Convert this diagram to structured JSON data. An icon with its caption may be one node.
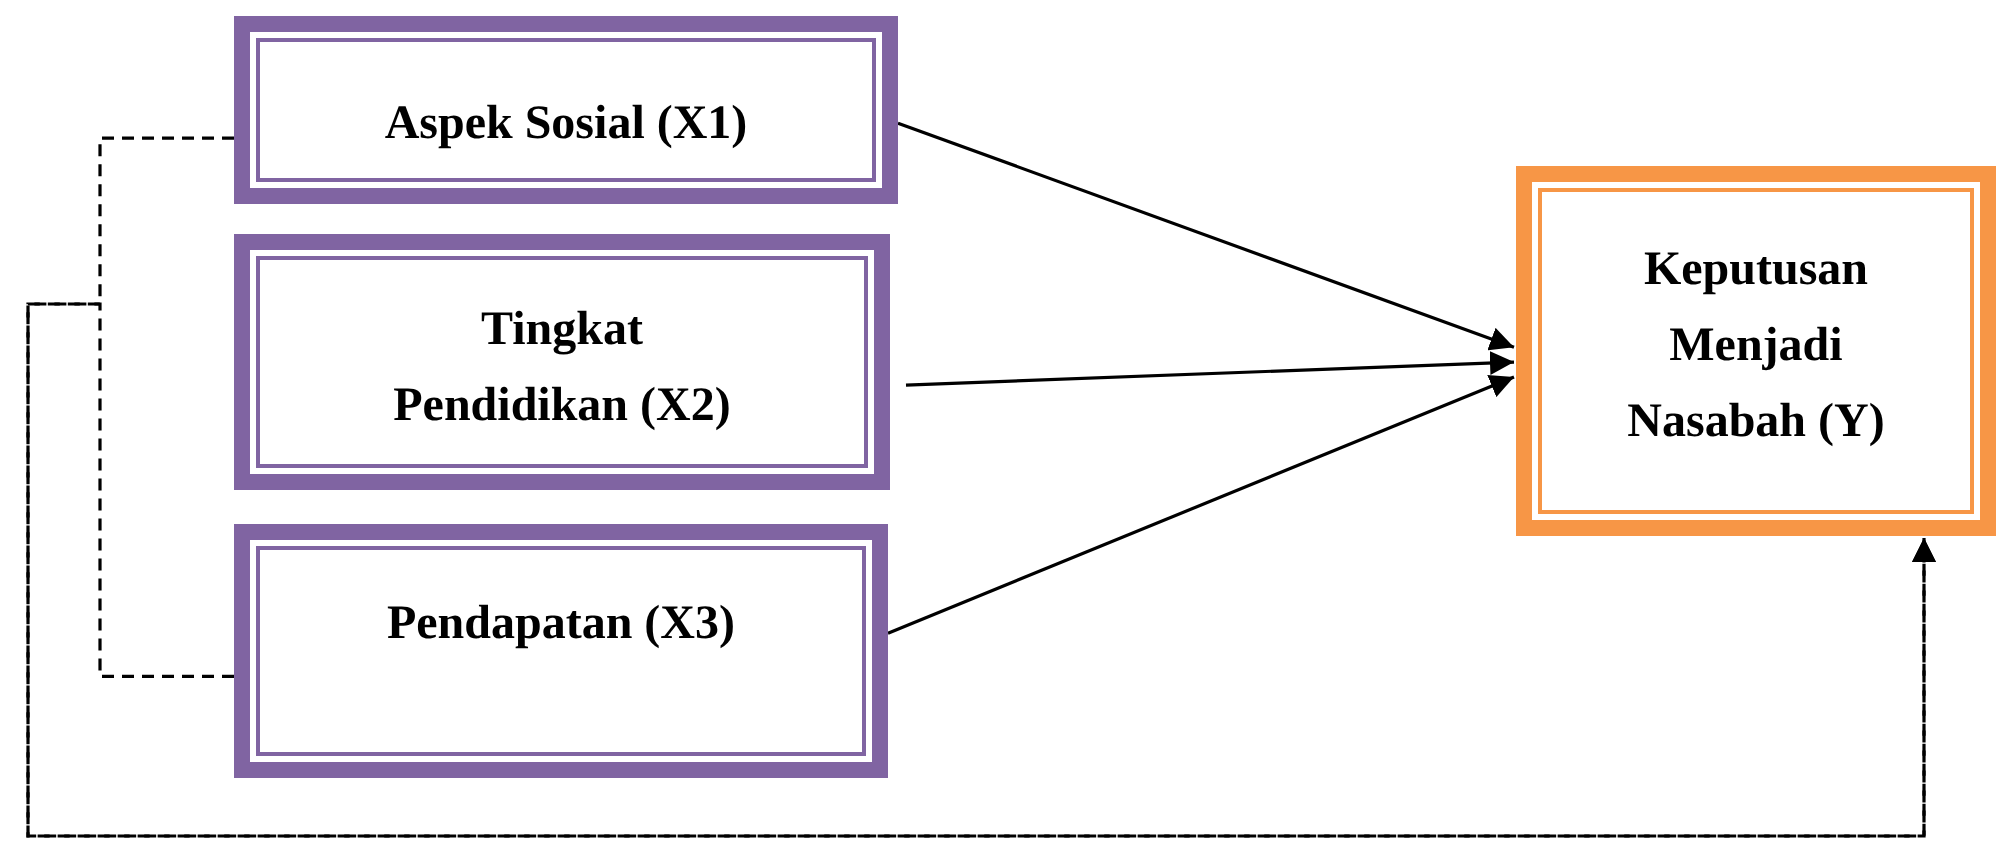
{
  "diagram": {
    "nodes": [
      {
        "text": [
          "Aspek Sosial (X1)"
        ]
      },
      {
        "text": [
          "Tingkat Pendidikan (X2)"
        ]
      },
      {
        "text": [
          "Pendapatan (X3)"
        ]
      },
      {
        "text": [
          "Keputusan Menjadi Nasabah (Y)"
        ]
      }
    ],
    "edges": [
      {
        "from": 0,
        "to": 3,
        "arrow": "to"
      },
      {
        "from": 1,
        "to": 3,
        "arrow": "to"
      },
      {
        "from": 2,
        "to": 3,
        "arrow": "to"
      },
      {
        "from": 0,
        "to": 3,
        "arrow": "to",
        "style": "dashed"
      },
      {
        "from": 2,
        "to": 3,
        "arrow": "to",
        "style": "dashed"
      }
    ]
  }
}
